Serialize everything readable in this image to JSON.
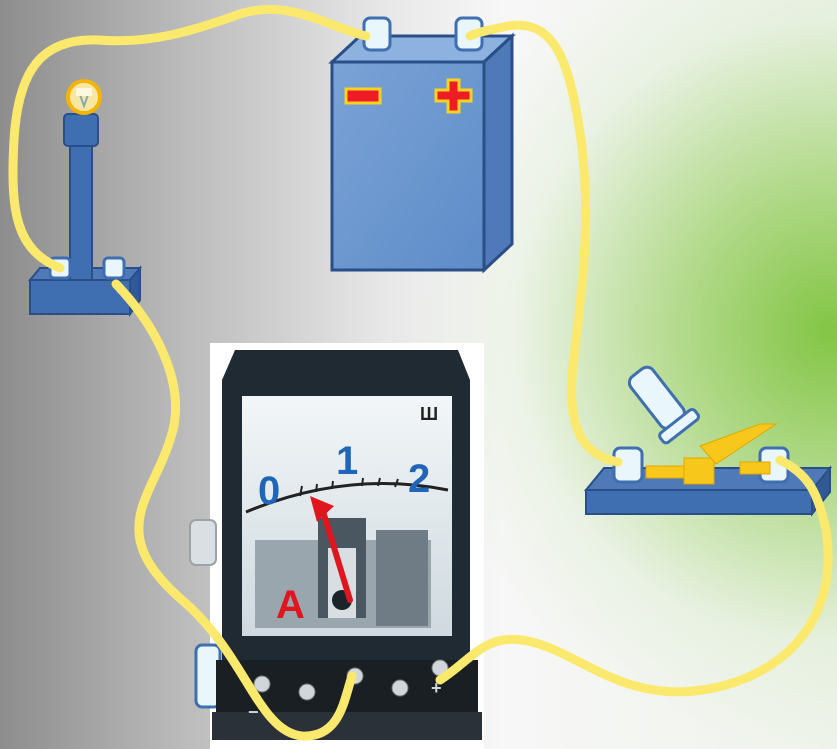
{
  "battery": {
    "negative_sign": "−",
    "positive_sign": "+"
  },
  "ammeter": {
    "scale_labels": [
      "0",
      "1",
      "2"
    ],
    "unit_symbol": "A",
    "corner_mark": "Ш",
    "needle_reading": 0.5,
    "terminal_plus": "+",
    "terminal_minus": "−"
  },
  "colors": {
    "wire": "#fbe96e",
    "component_blue": "#3f6fb0",
    "component_outline": "#2a4e88",
    "terminal": "#e9f6fb",
    "battery_sign": "#ee1c25",
    "scale_digits": "#1f66b8",
    "needle": "#e0161f"
  }
}
